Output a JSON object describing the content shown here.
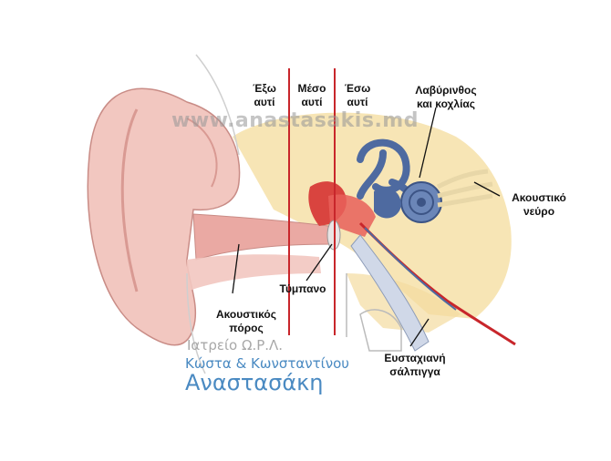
{
  "labels": {
    "outer_ear": [
      "Έξω",
      "αυτί"
    ],
    "middle_ear": [
      "Μέσο",
      "αυτί"
    ],
    "inner_ear": [
      "Έσω",
      "αυτί"
    ],
    "labyrinth": [
      "Λαβύρινθος",
      "και κοχλίας"
    ],
    "acoustic_nerve": [
      "Ακουστικό",
      "νεύρο"
    ],
    "eardrum": "Τύμπανο",
    "ear_canal": [
      "Ακουστικός",
      "πόρος"
    ],
    "eustachian_tube": [
      "Ευσταχιανή",
      "σάλπιγγα"
    ]
  },
  "watermark": "www.anastasakis.md",
  "branding": {
    "line1": "Ιατρείο Ω.Ρ.Λ.",
    "line2": "Κώστα & Κωνσταντίνου",
    "line3": "Αναστασάκη"
  },
  "colors": {
    "divider_red": "#c8262b",
    "skin": "#f2c7c0",
    "bone": "#f6e0a8",
    "cochlea_blue": "#4e6aa0",
    "brand_blue": "#4a8ac2"
  }
}
